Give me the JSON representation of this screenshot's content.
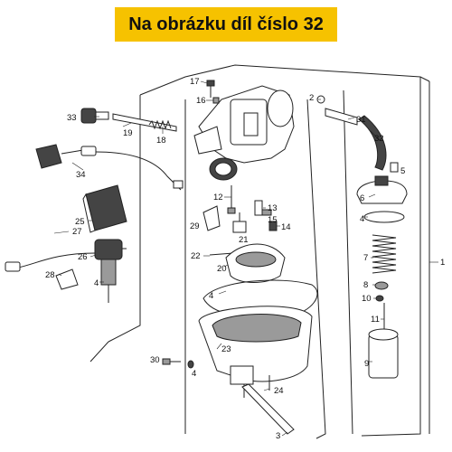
{
  "banner": {
    "text": "Na obrázku díl číslo 32",
    "color": "#f6c200"
  },
  "labels": {
    "p1": "1",
    "p2": "2",
    "p3": "3",
    "p4a": "4",
    "p4b": "4",
    "p4c": "4",
    "p4d": "4",
    "p5": "5",
    "p6": "6",
    "p7": "7",
    "p8": "8",
    "p9": "9",
    "p10": "10",
    "p11": "11",
    "p12": "12",
    "p13": "13",
    "p14": "14",
    "p15": "15",
    "p16": "16",
    "p17": "17",
    "p18": "18",
    "p19": "19",
    "p20": "20",
    "p21": "21",
    "p22": "22",
    "p23": "23",
    "p24": "24",
    "p25": "25",
    "p26": "26",
    "p27": "27",
    "p28": "28",
    "p29": "29",
    "p30": "30",
    "p31": "31",
    "p32": "32",
    "p33": "33",
    "p34": "34"
  }
}
